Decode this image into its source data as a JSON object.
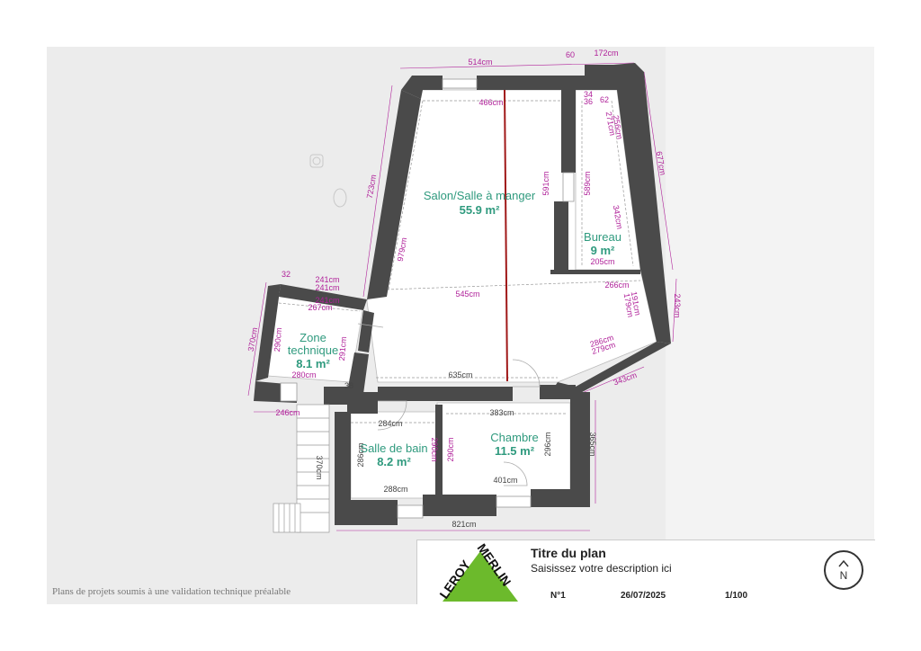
{
  "rooms": {
    "salon": {
      "name": "Salon/Salle à manger",
      "area": "55.9 m²"
    },
    "bureau": {
      "name": "Bureau",
      "area": "9 m²"
    },
    "zone_line1": "Zone",
    "zone_line2": "technique",
    "zone_area": "8.1 m²",
    "sdb": {
      "name": "Salle de bain",
      "area": "8.2 m²"
    },
    "chambre": {
      "name": "Chambre",
      "area": "11.5 m²"
    }
  },
  "dimensions": {
    "top_514": "514cm",
    "top_60": "60",
    "top_172": "172cm",
    "salon_466": "466cm",
    "d_34": "34",
    "d_36": "36",
    "d_62": "62",
    "d_271": "271cm",
    "d_256": "256cm",
    "d_677": "677cm",
    "d_723": "723cm",
    "d_591": "591cm",
    "d_589": "589cm",
    "d_342": "342cm",
    "d_205": "205cm",
    "d_979": "979cm",
    "d_32": "32",
    "d_241a": "241cm",
    "d_241b": "241cm",
    "d_241c": "241cm",
    "d_267": "267cm",
    "d_545": "545cm",
    "d_266": "266cm",
    "d_191": "191cm",
    "d_179": "179cm",
    "d_243": "243cm",
    "d_370a": "370cm",
    "d_290a": "290cm",
    "d_291": "291cm",
    "d_280": "280cm",
    "d_286": "286cm",
    "d_279": "279cm",
    "d_635": "635cm",
    "d_343": "343cm",
    "d_38": "38",
    "d_246": "246cm",
    "d_284": "284cm",
    "d_383": "383cm",
    "d_296": "296cm",
    "d_365": "365cm",
    "d_290b": "290cm",
    "d_290c": "290cm",
    "d_286b": "286cm",
    "d_370b": "370cm",
    "d_288": "288cm",
    "d_401": "401cm",
    "d_821": "821cm"
  },
  "disclaimer": "Plans de projets soumis à une validation technique préalable",
  "titleblock": {
    "title": "Titre du plan",
    "description": "Saisissez votre description ici",
    "number": "N°1",
    "date": "26/07/2025",
    "scale": "1/100"
  },
  "logo": {
    "line1": "LEROY",
    "line2": "MERLIN",
    "green": "#6cba2c"
  },
  "compass": {
    "letter": "N"
  },
  "colors": {
    "wall": "#4a4a4a",
    "dimension": "#b0229a",
    "room_label": "#2f9a7e",
    "section_line": "#a01818"
  }
}
